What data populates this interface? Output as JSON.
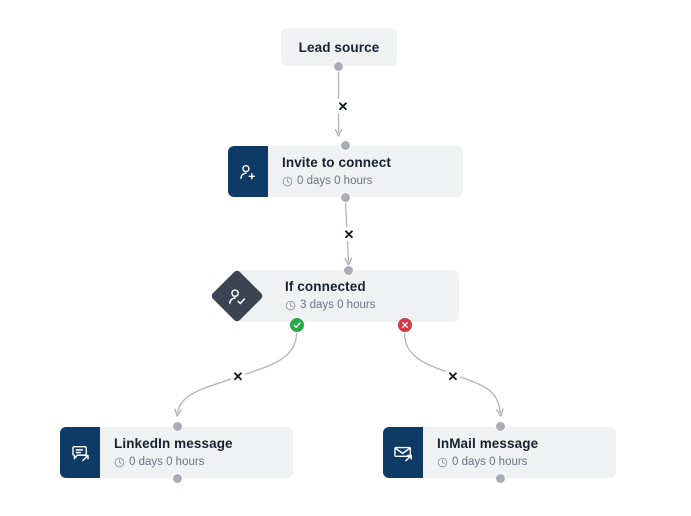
{
  "canvas": {
    "background": "#ffffff",
    "node_bg": "#f0f1f3",
    "icon_bg": "#0e3b66",
    "diamond_bg": "#3b4450",
    "port_color": "#a9adb5",
    "edge_color": "#b0b5bd",
    "yes_color": "#28a745",
    "no_color": "#cf3a46",
    "title_color": "#18212f",
    "sub_color": "#6b7480"
  },
  "nodes": {
    "lead_source": {
      "title": "Lead source",
      "icon": "none"
    },
    "invite": {
      "title": "Invite to connect",
      "delay": "0 days 0 hours",
      "icon": "person-add-icon"
    },
    "if_connected": {
      "title": "If connected",
      "delay": "3 days 0 hours",
      "icon": "person-check-icon"
    },
    "linkedin_message": {
      "title": "LinkedIn message",
      "delay": "0 days 0 hours",
      "icon": "chat-bubble-send-icon"
    },
    "inmail_message": {
      "title": "InMail message",
      "delay": "0 days 0 hours",
      "icon": "envelope-send-icon"
    }
  },
  "branches": {
    "yes_label": "✓",
    "no_label": "✕"
  },
  "edges": {
    "delete_label": "✕",
    "items": [
      {
        "id": "lead-to-invite",
        "from": "lead_source",
        "to": "invite"
      },
      {
        "id": "invite-to-if",
        "from": "invite",
        "to": "if_connected"
      },
      {
        "id": "if-yes-to-linkedin",
        "from": "if_connected",
        "to": "linkedin_message",
        "branch": "yes"
      },
      {
        "id": "if-no-to-inmail",
        "from": "if_connected",
        "to": "inmail_message",
        "branch": "no"
      }
    ]
  }
}
